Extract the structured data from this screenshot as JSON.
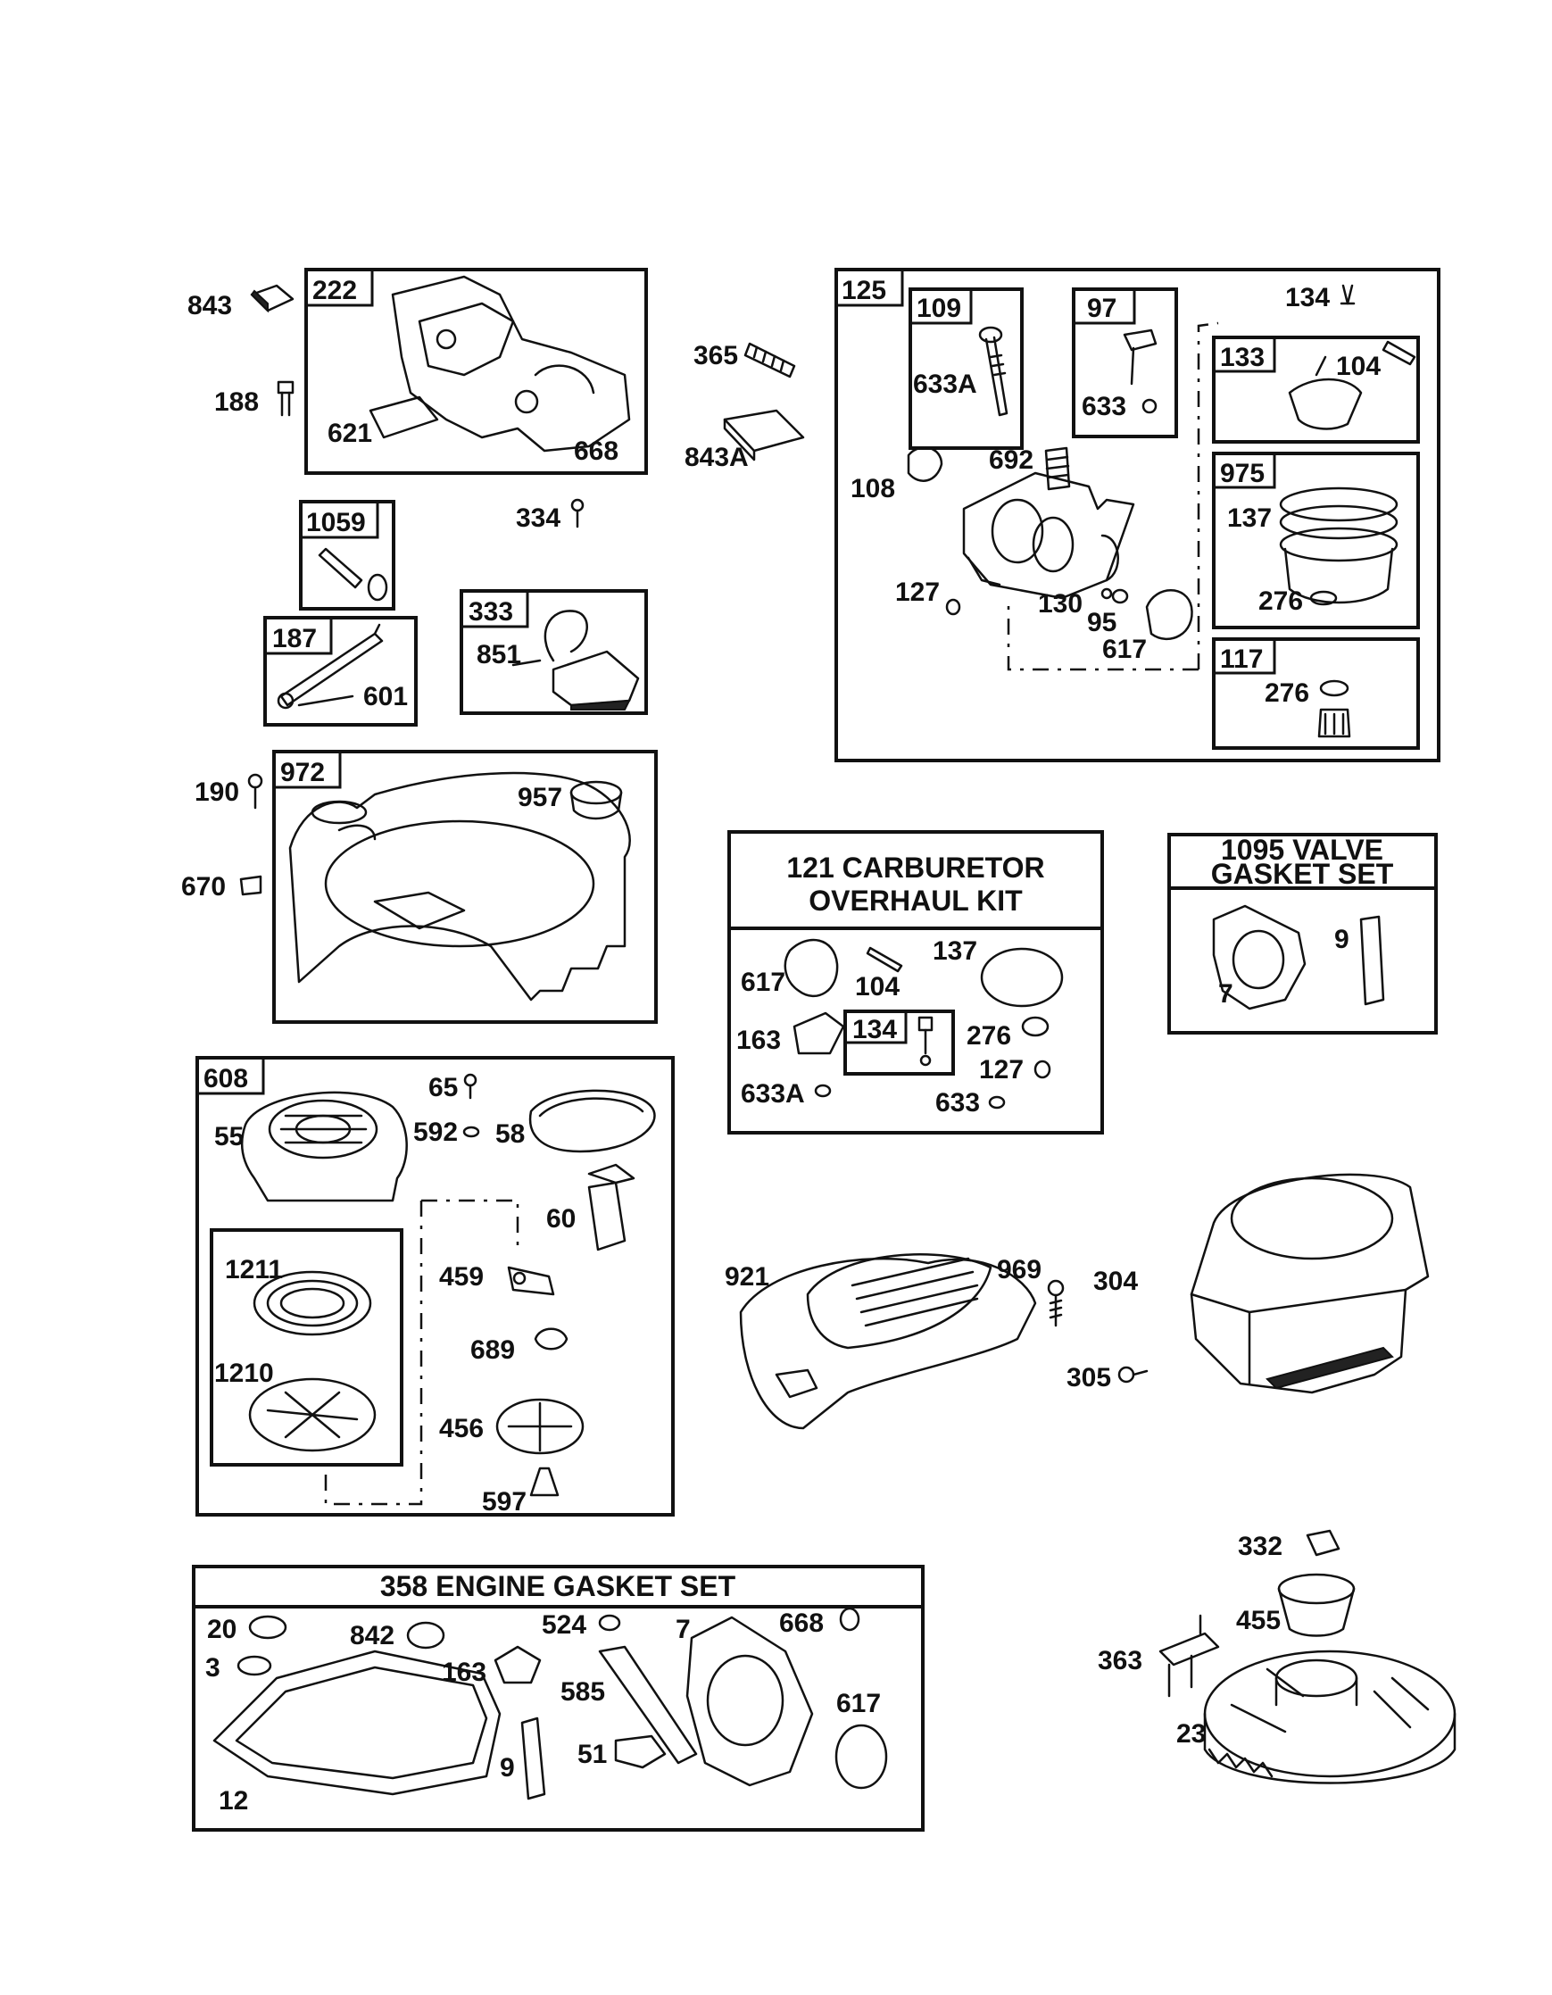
{
  "boxes": {
    "b222": "222",
    "b1059": "1059",
    "b187": "187",
    "b333": "333",
    "b125": "125",
    "b109": "109",
    "b97": "97",
    "b133": "133",
    "b975": "975",
    "b117": "117",
    "b972": "972",
    "b608": "608",
    "b134": "134"
  },
  "kits": {
    "carb_line1": "121 CARBURETOR",
    "carb_line2": "OVERHAUL KIT",
    "valve_line1": "1095 VALVE",
    "valve_line2": "GASKET SET",
    "engine": "358 ENGINE GASKET SET"
  },
  "labels": {
    "p843": "843",
    "p188": "188",
    "p621": "621",
    "p668a": "668",
    "p365": "365",
    "p843A": "843A",
    "p334": "334",
    "p851": "851",
    "p601": "601",
    "p633A_a": "633A",
    "p633_a": "633",
    "p134a": "134",
    "p104a": "104",
    "p692": "692",
    "p108": "108",
    "p137a": "137",
    "p127a": "127",
    "p130": "130",
    "p95": "95",
    "p617a": "617",
    "p276a": "276",
    "p276b": "276",
    "p190": "190",
    "p957": "957",
    "p670": "670",
    "p617b": "617",
    "p104b": "104",
    "p137b": "137",
    "p163a": "163",
    "p276c": "276",
    "p127b": "127",
    "p633A_b": "633A",
    "p633_b": "633",
    "p9a": "9",
    "p7a": "7",
    "p55": "55",
    "p65": "65",
    "p592": "592",
    "p58": "58",
    "p60": "60",
    "p1211": "1211",
    "p459": "459",
    "p1210": "1210",
    "p689": "689",
    "p456": "456",
    "p597": "597",
    "p921": "921",
    "p969": "969",
    "p304": "304",
    "p305": "305",
    "p20": "20",
    "p842": "842",
    "p524": "524",
    "p7b": "7",
    "p668b": "668",
    "p3": "3",
    "p163b": "163",
    "p585": "585",
    "p617c": "617",
    "p51": "51",
    "p9b": "9",
    "p12": "12",
    "p332": "332",
    "p455": "455",
    "p363": "363",
    "p23": "23"
  }
}
